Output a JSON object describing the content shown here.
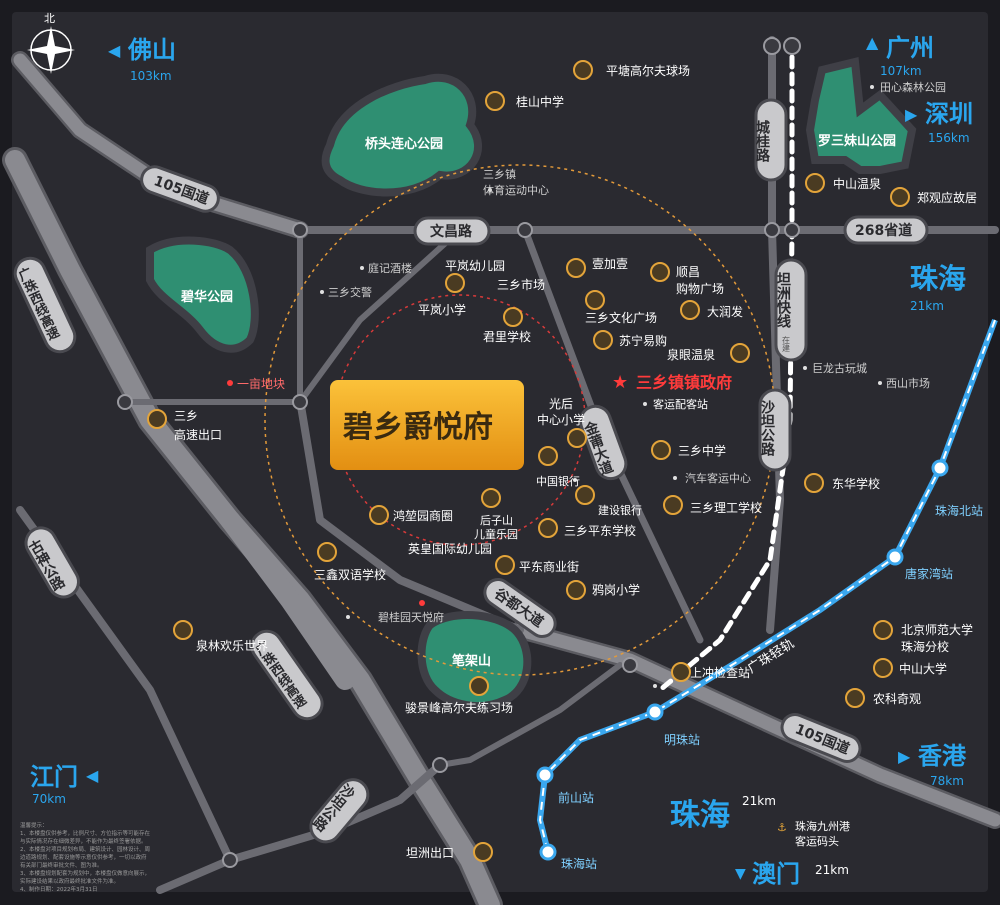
{
  "compass": {
    "label": "北"
  },
  "project": {
    "name": "碧乡爵悦府"
  },
  "government": {
    "label": "三乡镇镇政府"
  },
  "roads": {
    "guozhu105_top": "105国道",
    "guozhu105_bottom": "105国道",
    "wenchang": "文昌路",
    "chenggui": "城桂路",
    "s268": "268省道",
    "tanzhou_kuaixian": "坦洲快线",
    "tanzhou_kuaixian_sub": "在建",
    "shatan": "沙坦公路",
    "jinpu": "金莆大道",
    "guzhen": "谷都大道",
    "guangzhu_west": "广珠西线高速",
    "guangzhu_west_ext": "广珠西线高速",
    "gushen": "古神公路",
    "shatan_low": "沙坦公路",
    "guangzhu_rail": "广珠轻轨"
  },
  "cities": {
    "foshan": {
      "name": "佛山",
      "dist": "103km"
    },
    "guangzhou": {
      "name": "广州",
      "dist": "107km"
    },
    "shenzhen": {
      "name": "深圳",
      "dist": "156km"
    },
    "zhuhai_top": {
      "name": "珠海",
      "dist": "21km"
    },
    "jiangmen": {
      "name": "江门",
      "dist": "70km"
    },
    "hongkong": {
      "name": "香港",
      "dist": "78km"
    },
    "zhuhai_bottom": {
      "name": "珠海",
      "dist": "21km"
    },
    "macau": {
      "name": "澳门",
      "dist": "21km"
    }
  },
  "parks": {
    "qiaotou": "桥头连心公园",
    "bihua": "碧华公园",
    "luosan": "罗三妹山公园",
    "bijia": "笔架山"
  },
  "pois": {
    "pingtang_golf": "平塘高尔夫球场",
    "guishan_school": "桂山中学",
    "sanxiang_sports_1": "三乡镇",
    "sanxiang_sports_2": "体育运动中心",
    "tianxin_park": "田心森林公园",
    "zhongshan_spring": "中山温泉",
    "zhengguanying": "郑观应故居",
    "tingji": "庭记酒楼",
    "sanxiang_police": "三乡交警",
    "pinglan_kinder": "平岚幼儿园",
    "sanxiang_market": "三乡市场",
    "yijiayi": "壹加壹",
    "shunchang_1": "顺昌",
    "shunchang_2": "购物广场",
    "pinglan_primary": "平岚小学",
    "sanxiang_culture": "三乡文化广场",
    "darunfa": "大润发",
    "junli_school": "君里学校",
    "suning": "苏宁易购",
    "quanyan_spring": "泉眼温泉",
    "julong": "巨龙古玩城",
    "xishan_market": "西山市场",
    "yimu": "一亩地块",
    "sanxiang_exit_1": "三乡",
    "sanxiang_exit_2": "高速出口",
    "guanghou_1": "光后",
    "guanghou_2": "中心小学",
    "keyun": "客运配客站",
    "sanxiang_middle": "三乡中学",
    "bus_center": "汽车客运中心",
    "bank_china": "中国银行",
    "donghua": "东华学校",
    "ccb": "建设银行",
    "ligong": "三乡理工学校",
    "hongkun": "鸿堃园商圈",
    "houzishan_1": "后子山",
    "houzishan_2": "儿童乐园",
    "pingdong_school": "三乡平东学校",
    "yinghuang": "英皇国际幼儿园",
    "sanxin": "三鑫双语学校",
    "pingdong_street": "平东商业街",
    "yagang": "鸦岗小学",
    "biguiyuan": "碧桂园天悦府",
    "quanlin": "泉林欢乐世界",
    "bnu_1": "北京师范大学",
    "bnu_2": "珠海分校",
    "sysu": "中山大学",
    "nongke": "农科奇观",
    "shangchong": "上冲检查站",
    "junjing_golf": "骏景峰高尔夫练习场",
    "tanzhou_exit": "坦洲出口",
    "jiuzhou_1": "珠海九州港",
    "jiuzhou_2": "客运码头"
  },
  "stations": {
    "zhuhai_north": "珠海北站",
    "tangjiawan": "唐家湾站",
    "mingzhu": "明珠站",
    "qianshan": "前山站",
    "zhuhai": "珠海站"
  },
  "notes": [
    "温馨提示：",
    "1、本楼盘仅供参考，比例尺寸、方位指示等可能存在",
    "与实际情况存在细微差异，不能作为最终签署依据。",
    "2、本楼盘对项目规划布局、建筑设计、园林设计、周",
    "边道路规划、配套设施等示意仅供参考，一切以政府",
    "有关部门最终审批文件、图为准。",
    "3、本楼盘规划配套为规划中，本楼盘仅做意向展示，",
    "实际建设结果以政府最终批准文件为准。",
    "4、制作日期：2022年3月31日"
  ],
  "colors": {
    "background": "#28282e",
    "road": "#86868c",
    "road_edge": "#5c5c62",
    "park": "#2f8f72",
    "project_gold": "#f0a51c",
    "city_blue": "#2aa6ee",
    "rail_blue": "#3aa7ee",
    "gov_red": "#ff3b3b"
  }
}
